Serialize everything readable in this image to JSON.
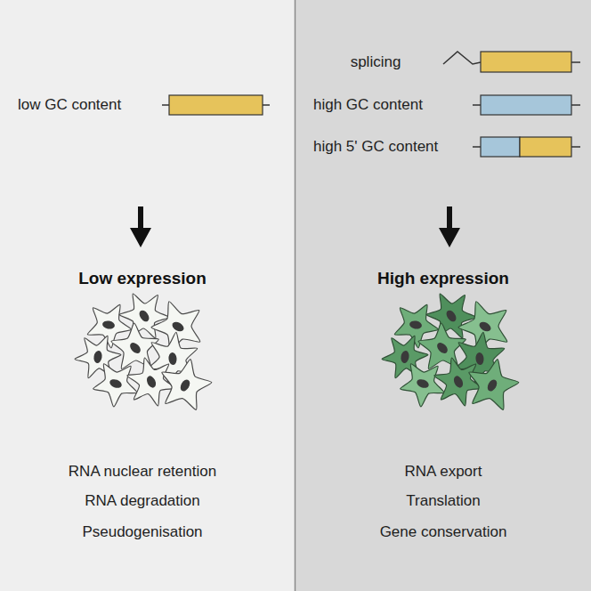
{
  "diagram": {
    "nodes": [
      {
        "text": [
          "low GC content",
          "Low expression",
          "RNA nuclear retention",
          "RNA degradation",
          "Pseudogenisation"
        ]
      },
      {
        "text": [
          "splicing",
          "high GC content",
          "high 5' GC content",
          "High expression",
          "RNA export",
          "Translation",
          "Gene conservation"
        ]
      }
    ]
  }
}
